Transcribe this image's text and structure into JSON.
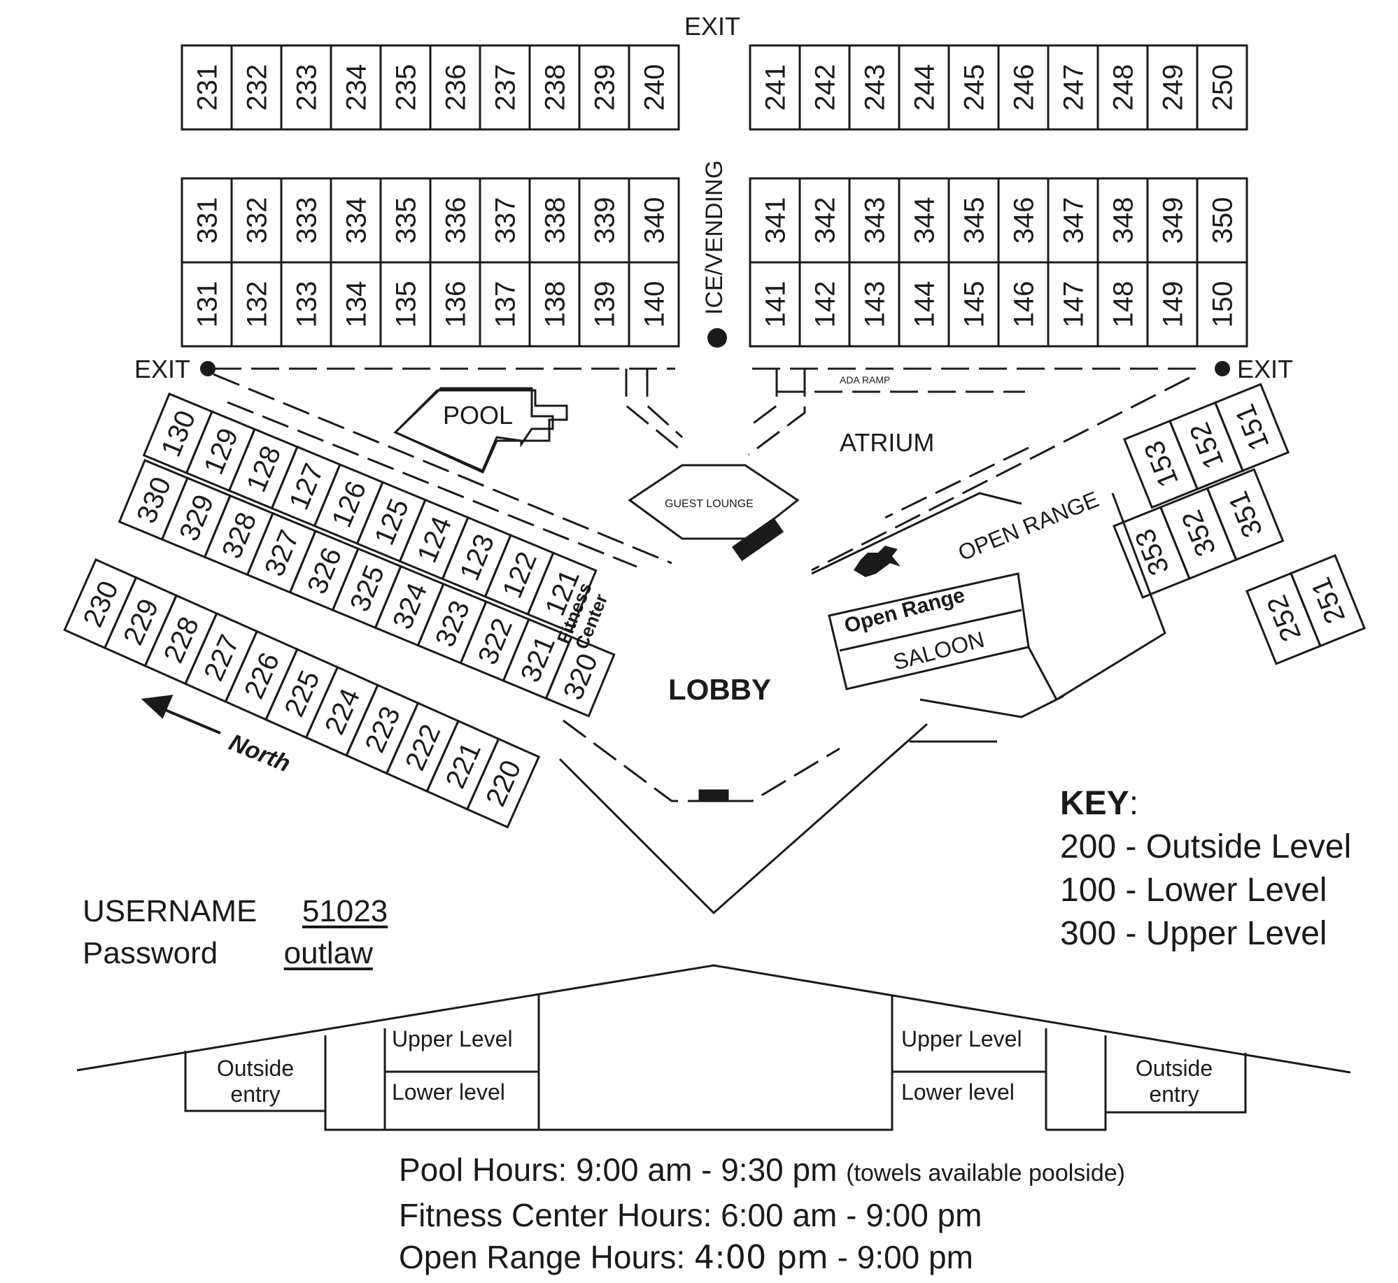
{
  "labels": {
    "exit_top": "EXIT",
    "exit_left": "EXIT",
    "exit_right": "EXIT",
    "ice_vending": "ICE/VENDING",
    "ada_ramp": "ADA RAMP",
    "pool": "POOL",
    "atrium": "ATRIUM",
    "guest_lounge": "GUEST LOUNGE",
    "open_range_area": "OPEN RANGE",
    "saloon": "SALOON",
    "lobby": "LOBBY",
    "fitness_center_line1": "Fitness",
    "fitness_center_line2": "Center",
    "north": "North",
    "open_range_logo": "Open Range"
  },
  "rooms": {
    "top_left": [
      "231",
      "232",
      "233",
      "234",
      "235",
      "236",
      "237",
      "238",
      "239",
      "240"
    ],
    "top_right": [
      "241",
      "242",
      "243",
      "244",
      "245",
      "246",
      "247",
      "248",
      "249",
      "250"
    ],
    "mid_left_upper": [
      "331",
      "332",
      "333",
      "334",
      "335",
      "336",
      "337",
      "338",
      "339",
      "340"
    ],
    "mid_left_lower": [
      "131",
      "132",
      "133",
      "134",
      "135",
      "136",
      "137",
      "138",
      "139",
      "140"
    ],
    "mid_right_upper": [
      "341",
      "342",
      "343",
      "344",
      "345",
      "346",
      "347",
      "348",
      "349",
      "350"
    ],
    "mid_right_lower": [
      "141",
      "142",
      "143",
      "144",
      "145",
      "146",
      "147",
      "148",
      "149",
      "150"
    ],
    "diag_left_outer": [
      "130",
      "129",
      "128",
      "127",
      "126",
      "125",
      "124",
      "123",
      "122",
      "121"
    ],
    "diag_left_inner": [
      "330",
      "329",
      "328",
      "327",
      "326",
      "325",
      "324",
      "323",
      "322",
      "321",
      "320"
    ],
    "diag_outside": [
      "230",
      "229",
      "228",
      "227",
      "226",
      "225",
      "224",
      "223",
      "222",
      "221",
      "220"
    ],
    "right_upper": [
      "153",
      "152",
      "151"
    ],
    "right_lower": [
      "353",
      "352",
      "351"
    ],
    "right_outside": [
      "252",
      "251"
    ]
  },
  "credentials": {
    "username_label": "USERNAME",
    "username_value": "51023",
    "password_label": "Password",
    "password_value": "outlaw"
  },
  "key": {
    "title": "KEY",
    "items": [
      "200 - Outside Level",
      "100 - Lower Level",
      "300 - Upper Level"
    ]
  },
  "elevation": {
    "outside_entry_left_1": "Outside",
    "outside_entry_left_2": "entry",
    "upper_level_left": "Upper Level",
    "lower_level_left": "Lower level",
    "upper_level_right": "Upper Level",
    "lower_level_right": "Lower level",
    "outside_entry_right_1": "Outside",
    "outside_entry_right_2": "entry"
  },
  "hours": {
    "pool": "Pool Hours: 9:00 am - 9:30 pm",
    "pool_note": "(towels available poolside)",
    "fitness": "Fitness Center Hours: 6:00 am - 9:00 pm",
    "open_range_prefix": "Open Range Hours:",
    "open_range_start": "4:00 pm",
    "open_range_end": "- 9:00 pm"
  }
}
